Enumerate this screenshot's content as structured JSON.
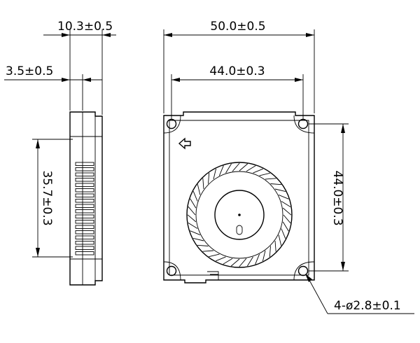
{
  "dimensions": {
    "thickness": "10.3±0.5",
    "width": "50.0±0.5",
    "hole_spacing_horizontal": "44.0±0.3",
    "step": "3.5±0.5",
    "outlet_height": "35.7±0.3",
    "hole_spacing_vertical": "44.0±0.3",
    "hole_callout": "4-ø2.8±0.1"
  },
  "icons": {
    "airflow": "airflow-arrow-icon"
  }
}
